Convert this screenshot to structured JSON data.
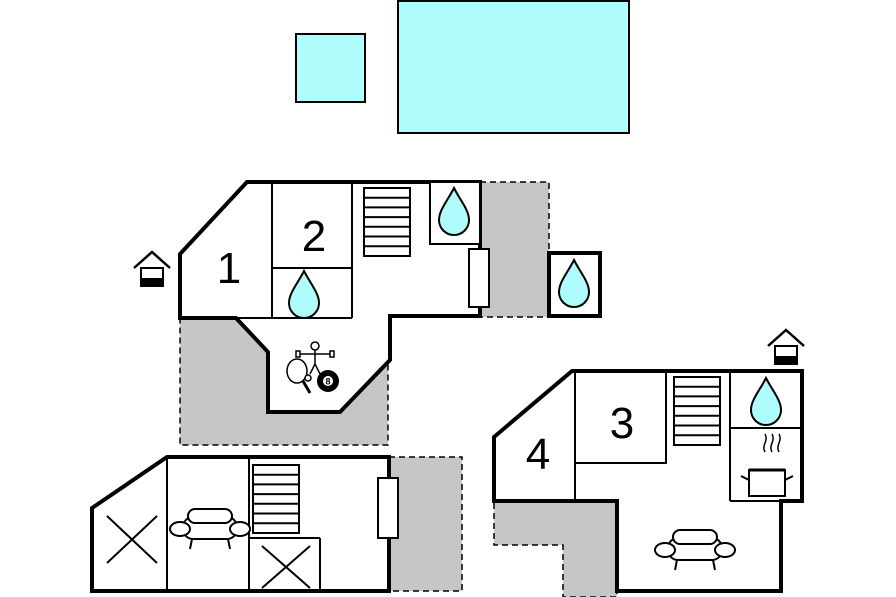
{
  "colors": {
    "water": "#aefcfc",
    "outdoor": "#c6c6c6",
    "wall": "#000000",
    "background": "#ffffff"
  },
  "rooms": [
    {
      "number": "1"
    },
    {
      "number": "2"
    },
    {
      "number": "3"
    },
    {
      "number": "4"
    }
  ],
  "icons": [
    "pool-icon",
    "pool-icon",
    "entrance-icon",
    "entrance-icon",
    "water-drop-icon",
    "stairs-icon",
    "sofa-icon",
    "table-football-icon",
    "table-tennis-icon",
    "billiard-ball-icon",
    "cooking-pot-icon",
    "bed-cross-icon"
  ],
  "billiard": {
    "ball_number": "8"
  }
}
